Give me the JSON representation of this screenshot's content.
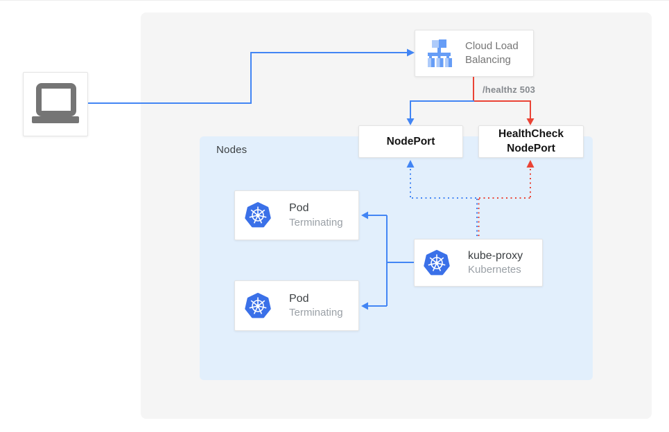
{
  "canvas": {
    "nodes_group_label": "Nodes",
    "healthz_label": "/healthz 503"
  },
  "boxes": {
    "client": {
      "icon": "laptop-icon"
    },
    "cloud_load_balancing": {
      "label": "Cloud Load Balancing",
      "icon": "cloud-load-balancing-icon"
    },
    "node_port": {
      "label": "NodePort"
    },
    "health_check_node_port": {
      "label": "HealthCheck NodePort"
    },
    "kube_proxy": {
      "title": "kube-proxy",
      "subtitle": "Kubernetes",
      "icon": "kubernetes-icon"
    },
    "pods": [
      {
        "title": "Pod",
        "status": "Terminating",
        "icon": "kubernetes-icon"
      },
      {
        "title": "Pod",
        "status": "Terminating",
        "icon": "kubernetes-icon"
      }
    ]
  },
  "colors": {
    "traffic_blue": "#4285f4",
    "health_red": "#ea4335",
    "outer_panel": "#f5f5f5",
    "nodes_panel": "#e2effc",
    "kubernetes_blue": "#3a70e8",
    "icon_gray": "#757575",
    "lb_icon_light": "#aecbfa",
    "lb_icon_medium": "#669df6",
    "lb_icon_dark": "#4285f4"
  }
}
